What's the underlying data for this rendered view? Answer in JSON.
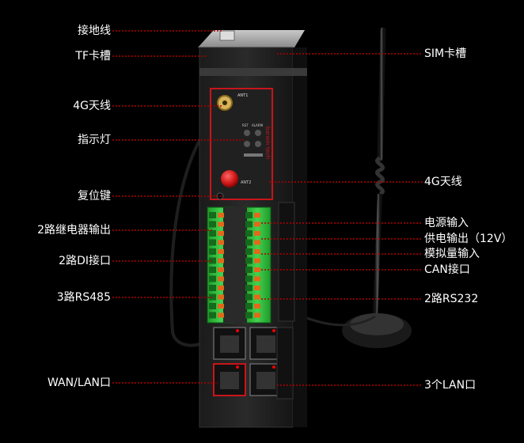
{
  "left_labels": {
    "ground_wire": "接地线",
    "tf_slot": "TF卡槽",
    "antenna_4g": "4G天线",
    "indicator": "指示灯",
    "reset_key": "复位键",
    "relay_out": "2路继电器输出",
    "di_port": "2路DI接口",
    "rs485": "3路RS485",
    "wan_lan": "WAN/LAN口"
  },
  "right_labels": {
    "sim_slot": "SIM卡槽",
    "antenna_4g": "4G天线",
    "power_in": "电源输入",
    "power_out": "供电输出（12V）",
    "analog_in": "模拟量输入",
    "can_port": "CAN接口",
    "rs232": "2路RS232",
    "lan3": "3个LAN口"
  },
  "device_text": {
    "ant1_top": "ANT1",
    "rst": "RST",
    "alarm": "ALARM",
    "ant2": "ANT2",
    "brand": "barwin tech"
  },
  "colors": {
    "leader_line": "#b00000",
    "terminal_green": "#2fbe3a",
    "accent_red": "#c8151b"
  }
}
